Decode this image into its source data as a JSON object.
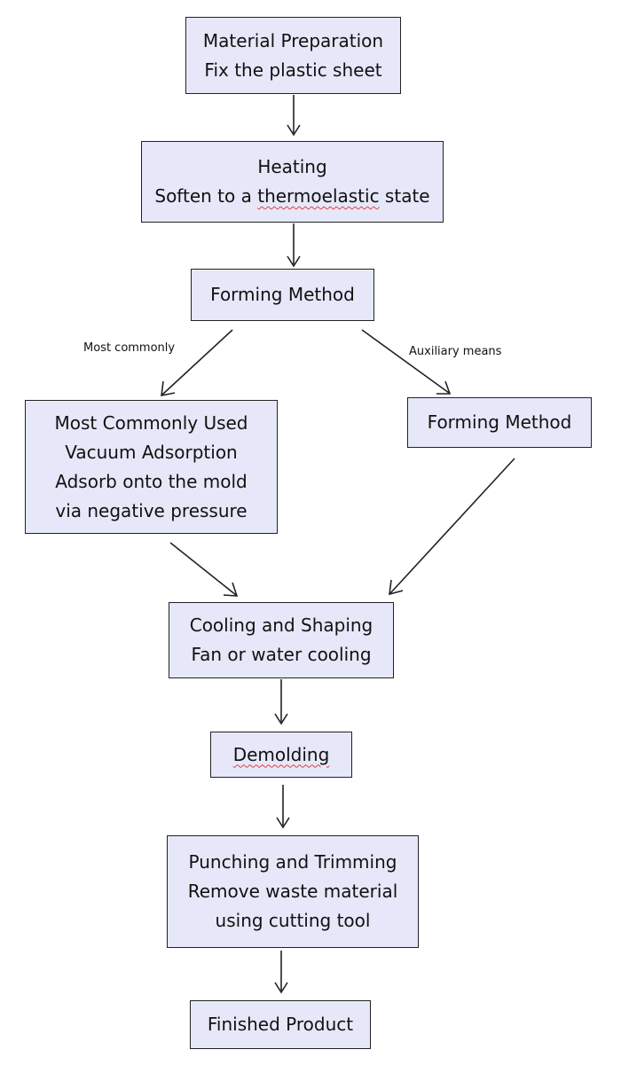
{
  "nodes": {
    "prep": {
      "title": "Material Preparation",
      "line2": "Fix the plastic sheet"
    },
    "heating": {
      "title": "Heating",
      "line2_pre": "Soften to a ",
      "line2_word": "thermoelastic",
      "line2_post": " state"
    },
    "forming1": {
      "title": "Forming Method"
    },
    "vacuum": {
      "line1": "Most Commonly Used",
      "line2": "Vacuum Adsorption",
      "line3": "Adsorb onto the mold",
      "line4": "via negative pressure"
    },
    "forming2": {
      "title": "Forming Method"
    },
    "cooling": {
      "title": "Cooling and Shaping",
      "line2": "Fan or water cooling"
    },
    "demolding": {
      "title": "Demolding"
    },
    "punching": {
      "title": "Punching and Trimming",
      "line2": "Remove waste material",
      "line3": "using cutting tool"
    },
    "finished": {
      "title": "Finished Product"
    }
  },
  "edge_labels": {
    "left": "Most commonly",
    "right": "Auxiliary means"
  },
  "colors": {
    "box_fill": "#e6e8f9",
    "border": "#222222",
    "spell_underline": "#e04040"
  }
}
